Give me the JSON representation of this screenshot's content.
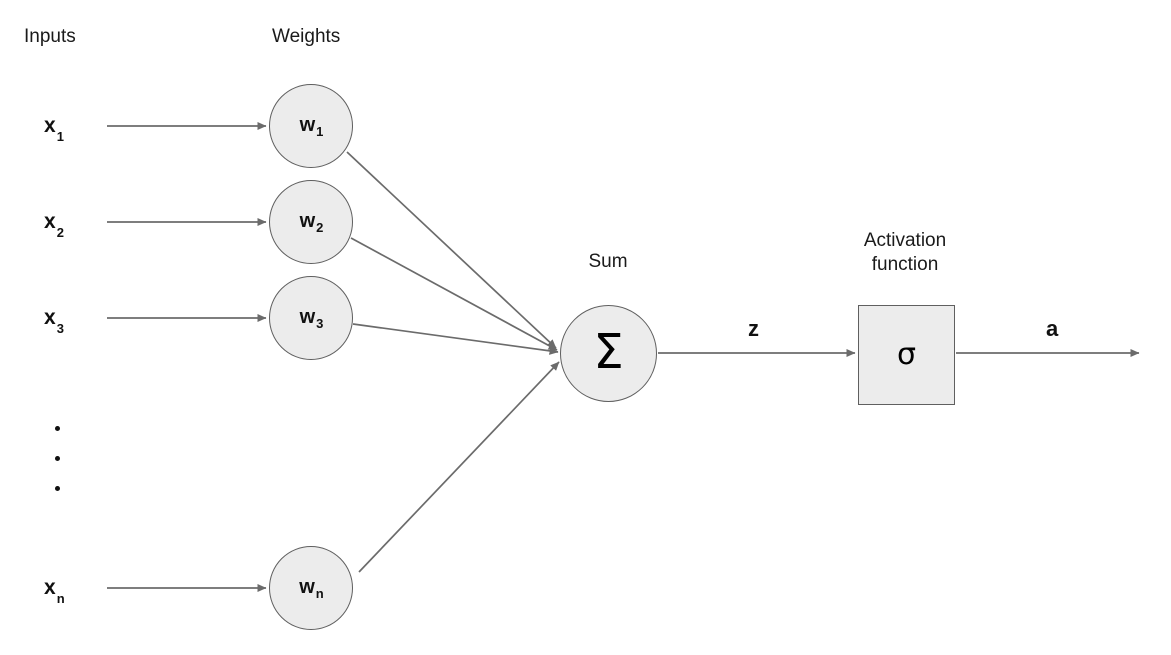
{
  "diagram": {
    "title": "artificial-neuron",
    "colors": {
      "node_fill": "#ececec",
      "node_stroke": "#5f5f5f",
      "arrow": "#6b6b6b",
      "text": "#111111",
      "background": "#ffffff"
    },
    "headers": {
      "inputs": "Inputs",
      "weights": "Weights"
    },
    "inputs": [
      {
        "base": "x",
        "sub": "1"
      },
      {
        "base": "x",
        "sub": "2"
      },
      {
        "base": "x",
        "sub": "3"
      },
      {
        "base": "x",
        "sub": "n"
      }
    ],
    "weights": [
      {
        "base": "w",
        "sub": "1"
      },
      {
        "base": "w",
        "sub": "2"
      },
      {
        "base": "w",
        "sub": "3"
      },
      {
        "base": "w",
        "sub": "n"
      }
    ],
    "sum": {
      "label": "Sum",
      "symbol": "Σ"
    },
    "activation": {
      "label_line1": "Activation",
      "label_line2": "function",
      "symbol": "σ"
    },
    "signals": {
      "pre_activation": "z",
      "output": "a"
    },
    "ellipsis": "•"
  }
}
